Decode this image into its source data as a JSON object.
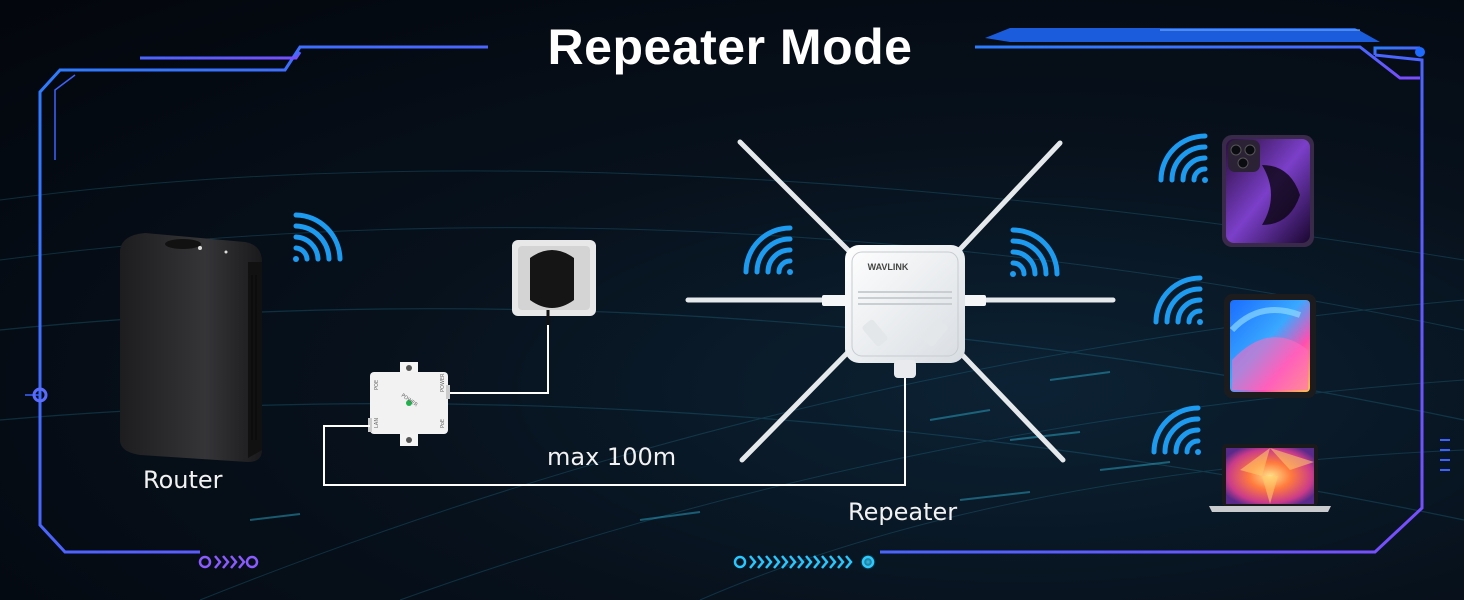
{
  "title": "Repeater Mode",
  "labels": {
    "router": "Router",
    "distance": "max 100m",
    "repeater": "Repeater"
  },
  "device_brand": "WAVLINK",
  "poe_adapter_labels": {
    "top_left": "POE",
    "top_right": "POWER",
    "center": "POWER",
    "bottom_left": "LAN",
    "bottom_right": "PoE"
  },
  "devices": [
    "router",
    "power-adapter",
    "poe-injector",
    "outdoor-repeater",
    "smartphone",
    "tablet",
    "laptop"
  ],
  "colors": {
    "frame_blue": "#1e6bff",
    "frame_purple": "#6a4cff",
    "wifi_blue": "#1d9bf0",
    "accent_cyan": "#27c7ff",
    "background": "#050810"
  }
}
